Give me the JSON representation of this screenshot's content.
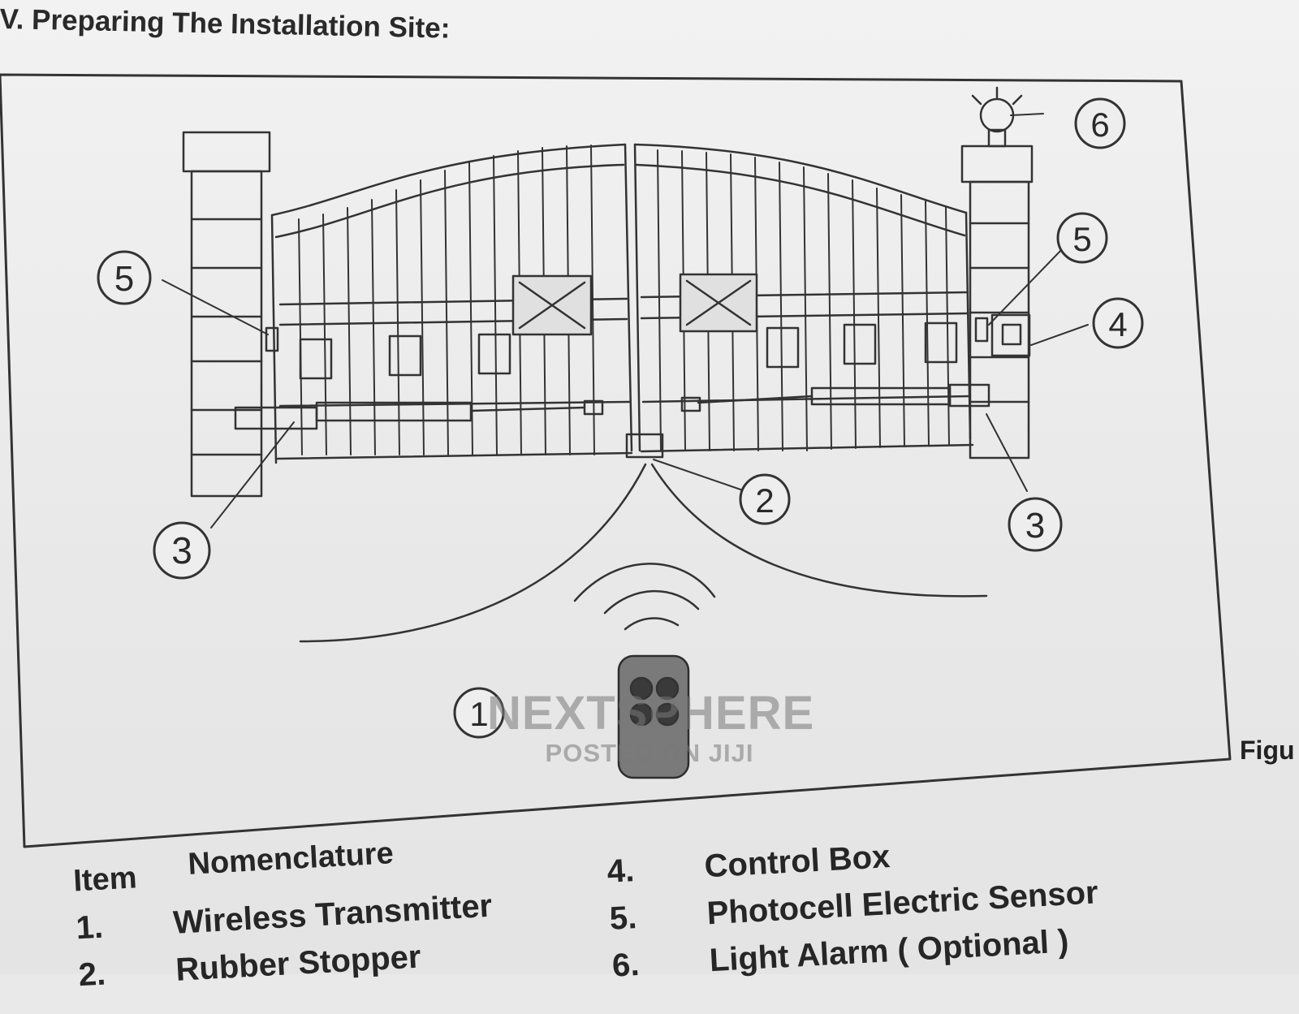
{
  "heading": "V. Preparing The Installation Site:",
  "figure": {
    "label": "Figu",
    "callouts": [
      "1",
      "2",
      "3",
      "3",
      "4",
      "5",
      "5",
      "6"
    ]
  },
  "watermark": {
    "brand": "NEXTSPHERE",
    "posted": "POSTED ON JIJI"
  },
  "legend": {
    "item_header": "Item",
    "name_header": "Nomenclature",
    "items": [
      {
        "num": "1.",
        "name": "Wireless Transmitter"
      },
      {
        "num": "2.",
        "name": "Rubber Stopper"
      },
      {
        "num": "4.",
        "name": "Control Box"
      },
      {
        "num": "5.",
        "name": "Photocell Electric Sensor"
      },
      {
        "num": "6.",
        "name": "Light Alarm ( Optional )"
      }
    ]
  },
  "colors": {
    "ink": "#262626",
    "paper": "#ececec"
  }
}
